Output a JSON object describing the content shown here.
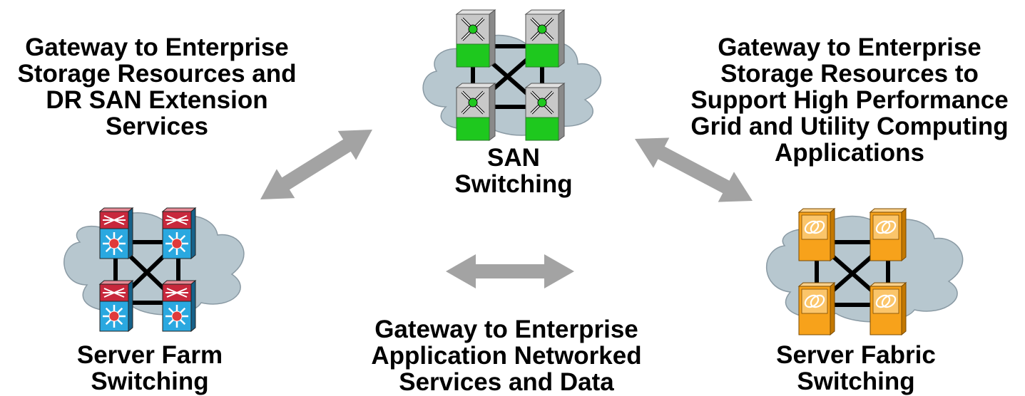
{
  "labels": {
    "gateway_left": "Gateway to Enterprise\nStorage Resources and\nDR SAN Extension\nServices",
    "gateway_right": "Gateway to Enterprise\nStorage Resources to\nSupport High Performance\nGrid and Utility Computing\nApplications",
    "gateway_bottom": "Gateway to Enterprise\nApplication Networked\nServices and Data",
    "san": "SAN\nSwitching",
    "server_farm": "Server Farm\nSwitching",
    "server_fabric": "Server Fabric\nSwitching"
  },
  "colors": {
    "cloud": "#b7c7cf",
    "cloud_stroke": "#8a9aa4",
    "arrow": "#a3a3a3",
    "link": "#000000",
    "mds_green": "#1ec81e",
    "mds_gray": "#c8c8c8",
    "catalyst_red": "#c8283c",
    "catalyst_blue": "#2aa8e0",
    "fabric_orange": "#f7a21b"
  },
  "icons": {
    "san": "mds-fabric-switch-icon",
    "server_farm": "catalyst-multilayer-switch-icon",
    "server_fabric": "server-fabric-switch-icon"
  }
}
